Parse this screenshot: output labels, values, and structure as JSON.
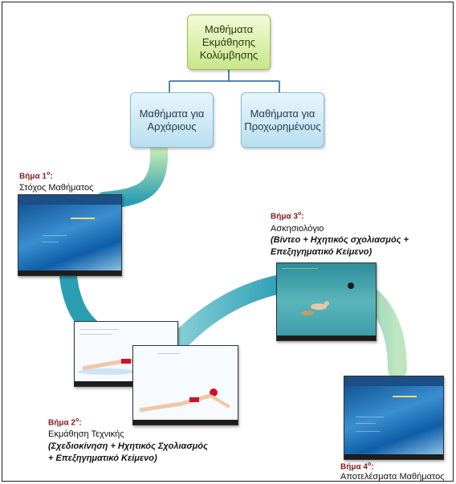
{
  "root": {
    "label": "Μαθήματα Εκμάθησης Κολύμβησης"
  },
  "children": [
    {
      "label": "Μαθήματα για Αρχάριους"
    },
    {
      "label": "Μαθήματα για Προχωρημένους"
    }
  ],
  "steps": [
    {
      "title": "Βήμα 1",
      "sup": "ο",
      "suffix": ":",
      "text": "Στόχος Μαθήματος"
    },
    {
      "title": "Βήμα 2",
      "sup": "ο",
      "suffix": ":",
      "text": "Εκμάθηση Τεχνικής",
      "sub1": "(Σχεδιοκίνηση + Ηχητικός Σχολιασμός",
      "sub2": "+ Επεξηγηματικό Κείμενο)"
    },
    {
      "title": "Βήμα 3",
      "sup": "ο",
      "suffix": ":",
      "text": "Ασκησιολόγιο",
      "sub1": "(Βίντεο + Ηχητικός σχολιασμός +",
      "sub2": "Επεξηγηματικό Κείμενο)"
    },
    {
      "title": "Βήμα 4",
      "sup": "ο",
      "suffix": ":",
      "text": "Αποτελέσματα Μαθήματος"
    }
  ],
  "colors": {
    "root_fill": "#c8e68a",
    "child_fill": "#b9dff0",
    "path_start": "#2a9fb3",
    "path_end": "#bfe7b4",
    "step_title": "#8b1a1a"
  }
}
